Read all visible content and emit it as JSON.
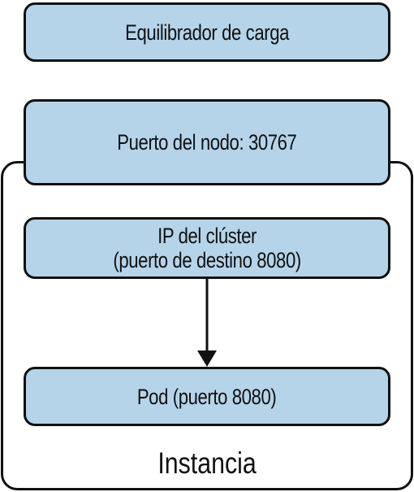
{
  "diagram": {
    "load_balancer": "Equilibrador de carga",
    "node_port": "Puerto del nodo: 30767",
    "cluster_ip": "IP del clúster\n(puerto de destino 8080)",
    "pod": "Pod (puerto 8080)",
    "instance_label": "Instancia"
  }
}
